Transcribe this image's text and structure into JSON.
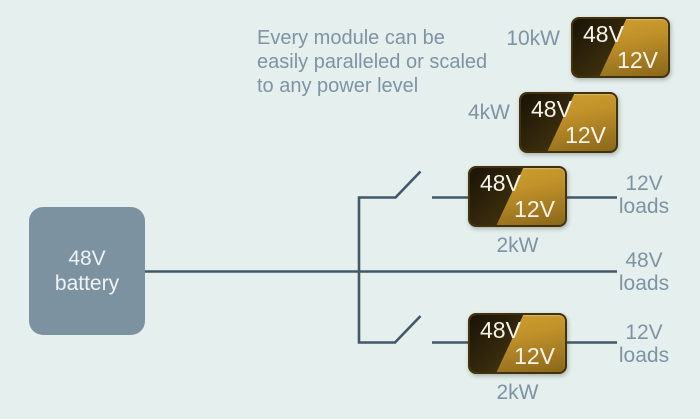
{
  "canvas": {
    "background": "#e5efed"
  },
  "colors": {
    "label_text": "#7e93a4",
    "wire": "#42586a",
    "battery_fill": "#7d92a1",
    "battery_text": "#eef3f5",
    "module_gold_light": "#cfa22e",
    "module_gold_dark": "#8a671a",
    "module_dark_from": "#1a1306",
    "module_dark_to": "#6b5318",
    "module_border": "#41310d",
    "module_text": "#f7f3ea"
  },
  "caption": {
    "lines": [
      "Every module can be",
      "easily paralleled or scaled",
      "to any power level"
    ]
  },
  "battery": {
    "voltage": "48V",
    "label": "battery"
  },
  "modules": [
    {
      "power": "10kW",
      "input": "48V",
      "output": "12V"
    },
    {
      "power": "4kW",
      "input": "48V",
      "output": "12V"
    },
    {
      "power": "2kW",
      "input": "48V",
      "output": "12V"
    },
    {
      "power": "2kW",
      "input": "48V",
      "output": "12V"
    }
  ],
  "loads": [
    {
      "voltage": "12V",
      "label": "loads"
    },
    {
      "voltage": "48V",
      "label": "loads"
    },
    {
      "voltage": "12V",
      "label": "loads"
    }
  ]
}
